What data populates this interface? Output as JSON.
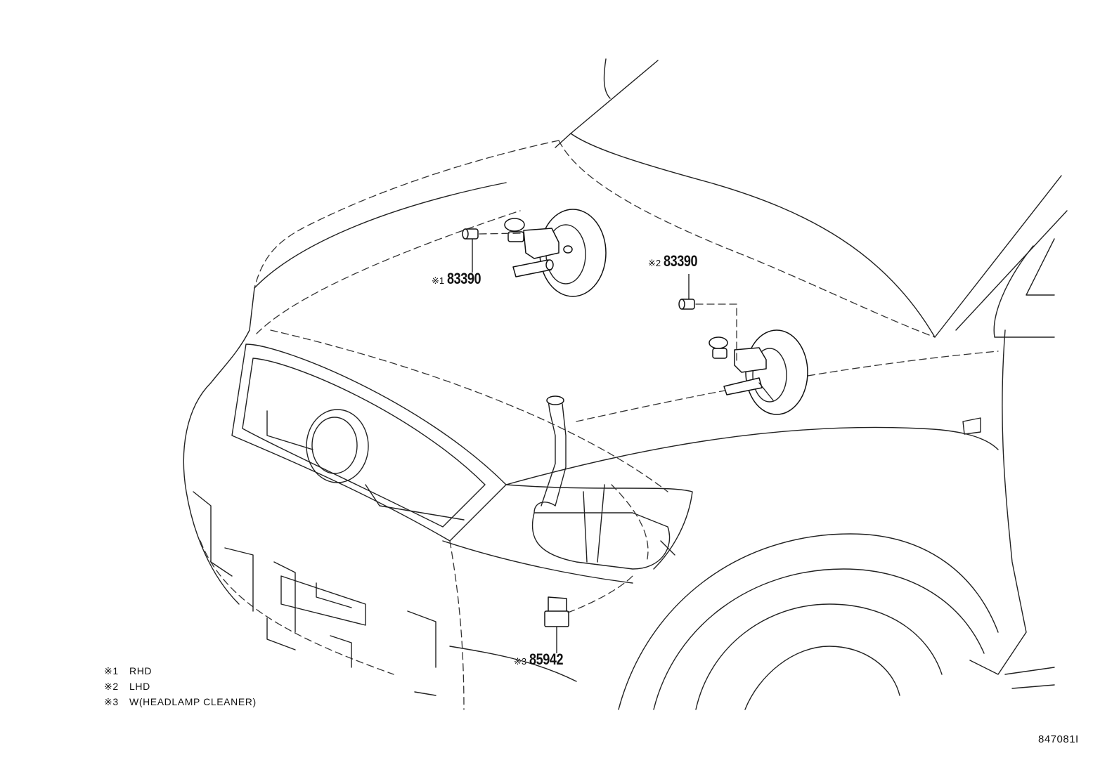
{
  "callouts": [
    {
      "marker": "※1",
      "part_number": "83390"
    },
    {
      "marker": "※2",
      "part_number": "83390"
    },
    {
      "marker": "※3",
      "part_number": "85942"
    }
  ],
  "legend": [
    {
      "marker": "※1",
      "text": "RHD"
    },
    {
      "marker": "※2",
      "text": "LHD"
    },
    {
      "marker": "※3",
      "text": "W(HEADLAMP CLEANER)"
    }
  ],
  "figure_id": "847081I"
}
